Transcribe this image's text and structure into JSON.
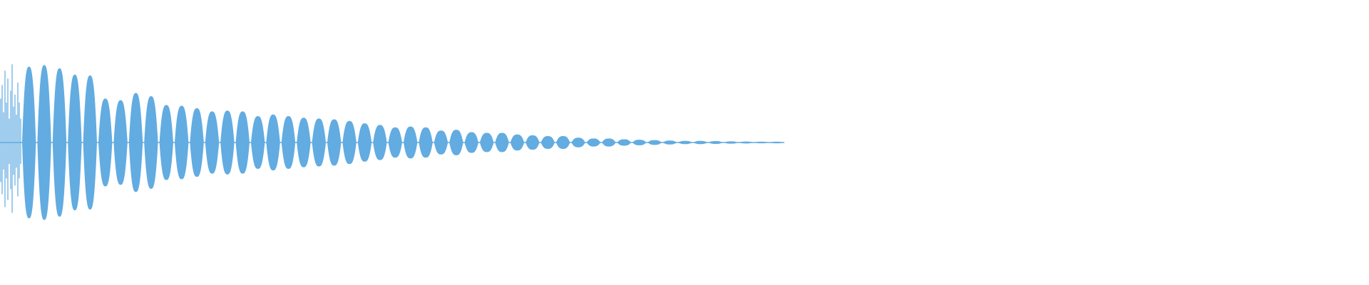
{
  "waveform": {
    "color": "#62ace1",
    "background": "#ffffff",
    "lobe_peaks": [
      0.95,
      0.97,
      0.93,
      0.85,
      0.84,
      0.55,
      0.53,
      0.62,
      0.58,
      0.47,
      0.46,
      0.43,
      0.39,
      0.4,
      0.39,
      0.33,
      0.35,
      0.33,
      0.31,
      0.3,
      0.29,
      0.27,
      0.24,
      0.22,
      0.19,
      0.2,
      0.19,
      0.15,
      0.16,
      0.13,
      0.12,
      0.12,
      0.1,
      0.09,
      0.08,
      0.08,
      0.06,
      0.05,
      0.05,
      0.04,
      0.035,
      0.03,
      0.025,
      0.02,
      0.02,
      0.018,
      0.015,
      0.012,
      0.01,
      0.01
    ]
  }
}
